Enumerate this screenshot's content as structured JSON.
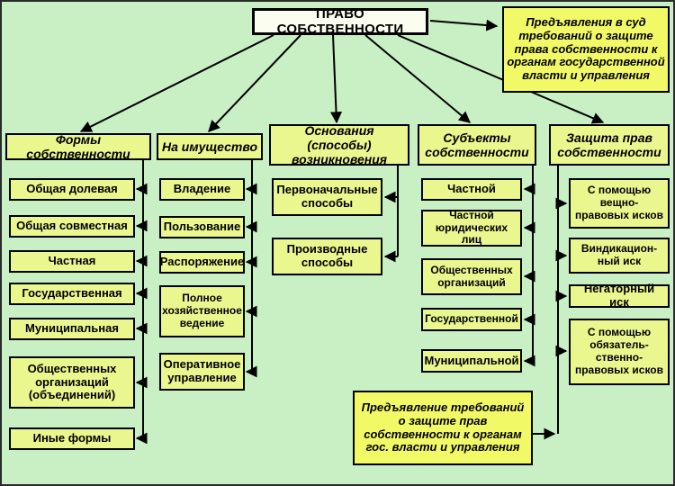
{
  "title": "ПРАВО СОБСТВЕННОСТИ",
  "notes": {
    "court_claim_top": "Предъявления в суд требований о защите права собственности к органам государственной власти и управления",
    "claim_bottom": "Предъявление требований о защите прав собственности к органам гос. власти и управления"
  },
  "columns": [
    {
      "header": "Формы собственности",
      "items": [
        "Общая долевая",
        "Общая совместная",
        "Частная",
        "Государственная",
        "Муниципальная",
        "Общественных организаций (объединений)",
        "Иные формы"
      ]
    },
    {
      "header": "На имущество",
      "items": [
        "Владение",
        "Пользование",
        "Распоряжение",
        "Полное хозяйственное ведение",
        "Оперативное управление"
      ]
    },
    {
      "header": "Основания (способы) возникновения",
      "items": [
        "Первоначальные способы",
        "Производные способы"
      ]
    },
    {
      "header": "Субъекты собственности",
      "items": [
        "Частной",
        "Частной юридических лиц",
        "Общественных организаций",
        "Государственной",
        "Муниципальной"
      ]
    },
    {
      "header": "Защита прав собственности",
      "items": [
        "С помощью вещно-правовых исков",
        "Виндикацион-ный иск",
        "Негаторный иск",
        "С помощью обязатель-ственно-правовых исков"
      ]
    }
  ],
  "colors": {
    "bg": "#c9efc4",
    "box": "#eaf78f",
    "note": "#f2f966",
    "title-bg": "#fbfdf0",
    "line": "#000000"
  }
}
